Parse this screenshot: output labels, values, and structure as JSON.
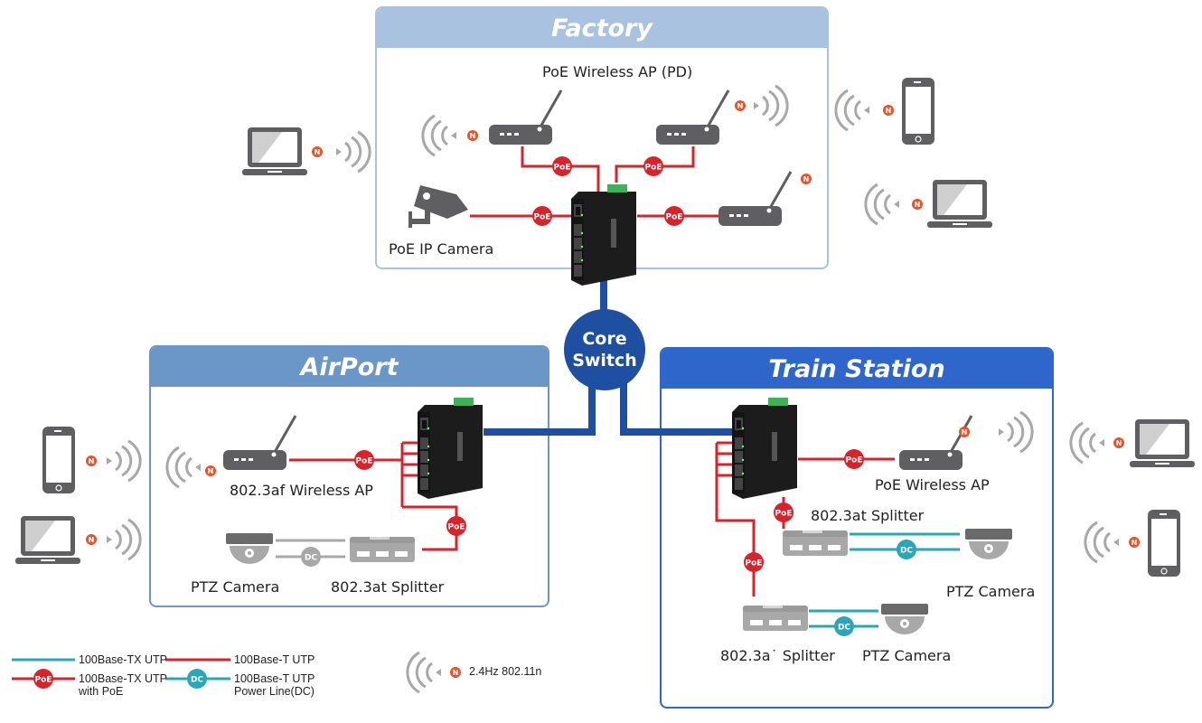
{
  "zones": {
    "factory": {
      "title": "Factory",
      "header_color": "#a9c2df",
      "border_color": "#a9c2df"
    },
    "airport": {
      "title": "AirPort",
      "header_color": "#6a96c8",
      "border_color": "#6a96c8"
    },
    "train_station": {
      "title": "Train Station",
      "header_color": "#2f66cc",
      "border_color": "#2f66cc"
    }
  },
  "core_switch": {
    "line1": "Core",
    "line2": "Switch",
    "color": "#1f4fa0"
  },
  "labels": {
    "factory_ap": "PoE Wireless AP (PD)",
    "factory_camera": "PoE IP Camera",
    "airport_ap": "802.3af Wireless AP",
    "airport_camera": "PTZ Camera",
    "airport_splitter": "802.3at Splitter",
    "train_ap": "PoE Wireless AP",
    "train_splitter1": "802.3at Splitter",
    "train_camera1": "PTZ Camera",
    "train_splitter2": "802.3a˙ Splitter",
    "train_camera2": "PTZ Camera"
  },
  "badges": {
    "poe": "PoE",
    "dc": "DC",
    "n": "N"
  },
  "legend": {
    "items": [
      {
        "text": "100Base-TX UTP",
        "line": "cyan",
        "badge": ""
      },
      {
        "text": "100Base-T UTP",
        "line": "red",
        "badge": ""
      },
      {
        "text": "100Base-TX UTP",
        "text2": "with PoE",
        "line": "red",
        "badge": "PoE"
      },
      {
        "text": "100Base-T UTP",
        "text2": "Power Line(DC)",
        "line": "cyan",
        "badge": "DC"
      }
    ],
    "wireless": "2.4Hz 802.11n"
  },
  "colors": {
    "poe_red": "#d9222a",
    "dc_cyan": "#2aa6b8",
    "trunk_blue": "#1f4fa0",
    "device_gray": "#5f5f62",
    "n_orange": "#e8532a"
  }
}
